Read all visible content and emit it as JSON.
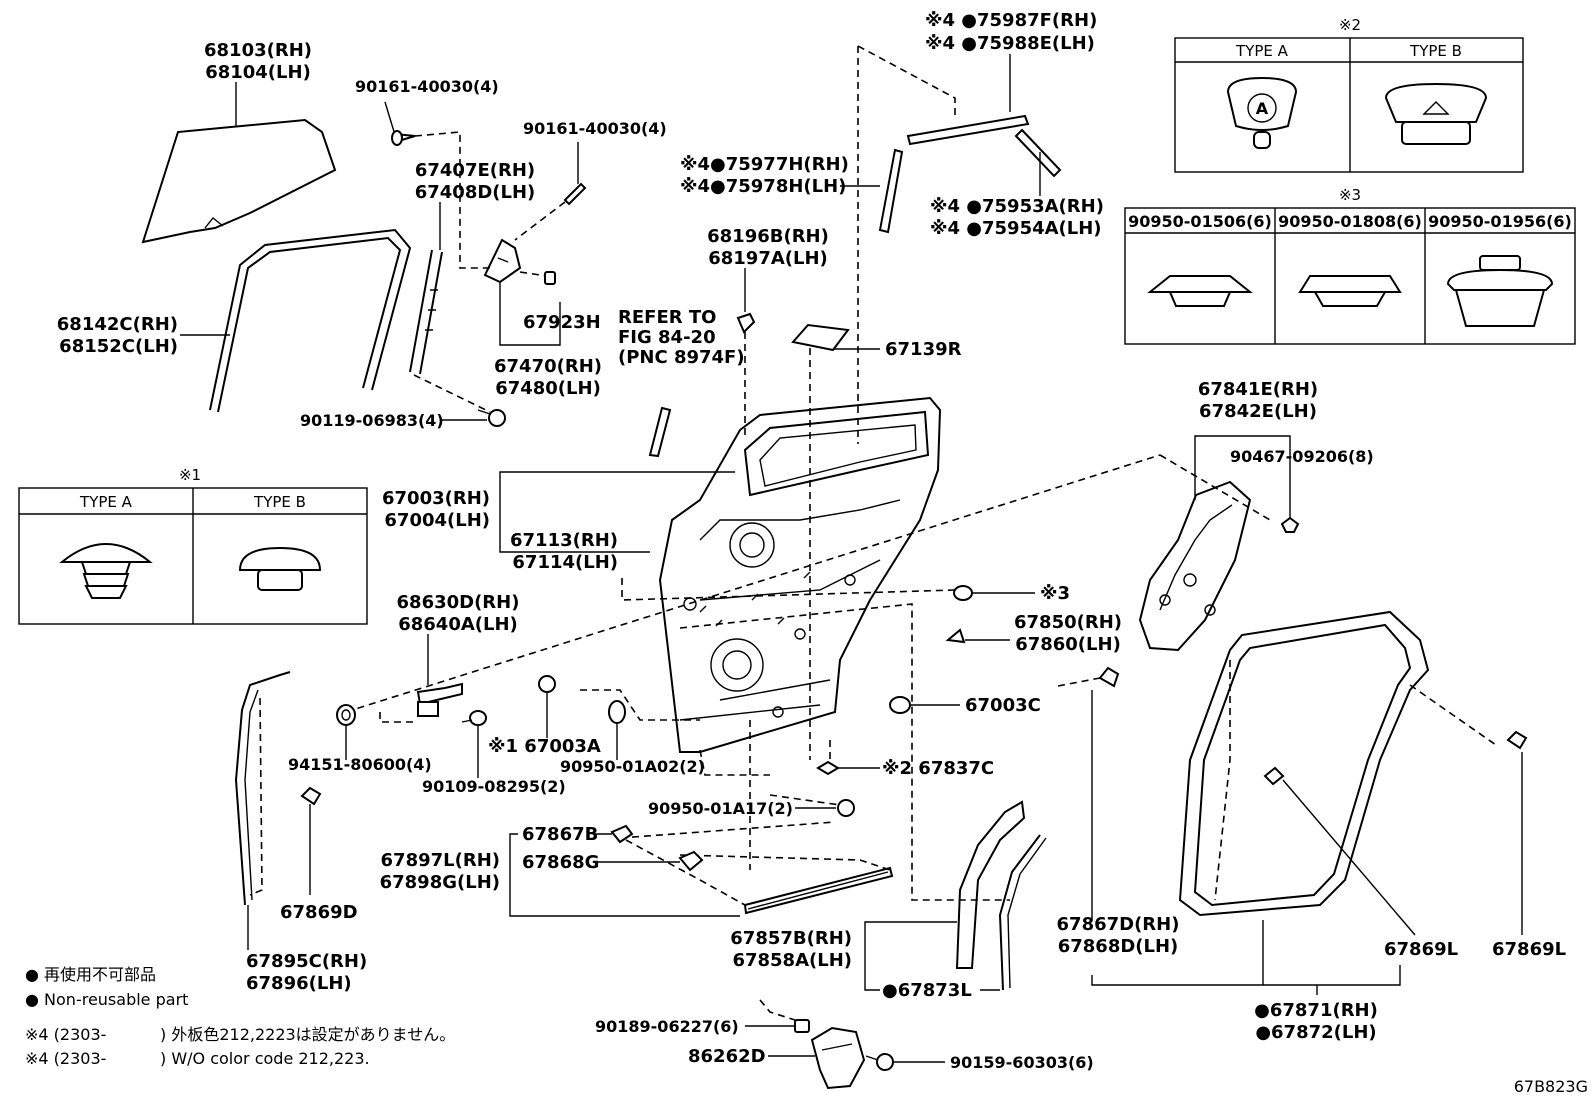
{
  "labels": {
    "p68103": "68103(RH)",
    "p68104": "68104(LH)",
    "p90161a": "90161-40030(4)",
    "p90161b": "90161-40030(4)",
    "p67407": "67407E(RH)",
    "p67408": "67408D(LH)",
    "p68142": "68142C(RH)",
    "p68152": "68152C(LH)",
    "p67923": "67923H",
    "p67470": "67470(RH)",
    "p67480": "67480(LH)",
    "p90119": "90119-06983(4)",
    "refer1": "REFER TO",
    "refer2": "FIG 84-20",
    "refer3": "(PNC 8974F)",
    "p68196": "68196B(RH)",
    "p68197": "68197A(LH)",
    "p75977": "※4●75977H(RH)",
    "p75978": "※4●75978H(LH)",
    "p75987": "※4 ●75987F(RH)",
    "p75988": "※4 ●75988E(LH)",
    "p75953": "※4 ●75953A(RH)",
    "p75954": "※4 ●75954A(LH)",
    "p67139": "67139R",
    "p67003rh": "67003(RH)",
    "p67004lh": "67004(LH)",
    "p67113": "67113(RH)",
    "p67114": "67114(LH)",
    "p67841": "67841E(RH)",
    "p67842": "67842E(LH)",
    "p90467": "90467-09206(8)",
    "ref3": "※3",
    "p68630": "68630D(RH)",
    "p68640": "68640A(LH)",
    "p67850": "67850(RH)",
    "p67860": "67860(LH)",
    "p67003c": "67003C",
    "p94151": "94151-80600(4)",
    "p67003a": "※1 67003A",
    "p90950a02": "90950-01A02(2)",
    "p90109": "90109-08295(2)",
    "p67837": "※2 67837C",
    "p90950a17": "90950-01A17(2)",
    "p67867b": "67867B",
    "p67868g": "67868G",
    "p67897": "67897L(RH)",
    "p67898": "67898G(LH)",
    "p67869d": "67869D",
    "p67895": "67895C(RH)",
    "p67896": "67896(LH)",
    "p67857": "67857B(RH)",
    "p67858": "67858A(LH)",
    "p67873": "●67873L",
    "p67867d": "67867D(RH)",
    "p67868d": "67868D(LH)",
    "p67869l1": "67869L",
    "p67869l2": "67869L",
    "p67871": "●67871(RH)",
    "p67872": "●67872(LH)",
    "p90189": "90189-06227(6)",
    "p86262": "86262D",
    "p90159": "90159-60303(6)",
    "diagram_code": "67B823G"
  },
  "legend": {
    "jp": "● 再使用不可部品",
    "en": "● Non-reusable part",
    "note_jp_prefix": "※4 (2303-",
    "note_jp_suffix": ") 外板色212,2223は設定がありません。",
    "note_en_prefix": "※4 (2303-",
    "note_en_suffix": ") W/O color code 212,223."
  },
  "box1": {
    "marker": "※1",
    "type_a": "TYPE A",
    "type_b": "TYPE B"
  },
  "box2": {
    "marker": "※2",
    "type_a": "TYPE A",
    "type_b": "TYPE B"
  },
  "box3": {
    "marker": "※3",
    "col1": "90950-01506(6)",
    "col2": "90950-01808(6)",
    "col3": "90950-01956(6)"
  }
}
